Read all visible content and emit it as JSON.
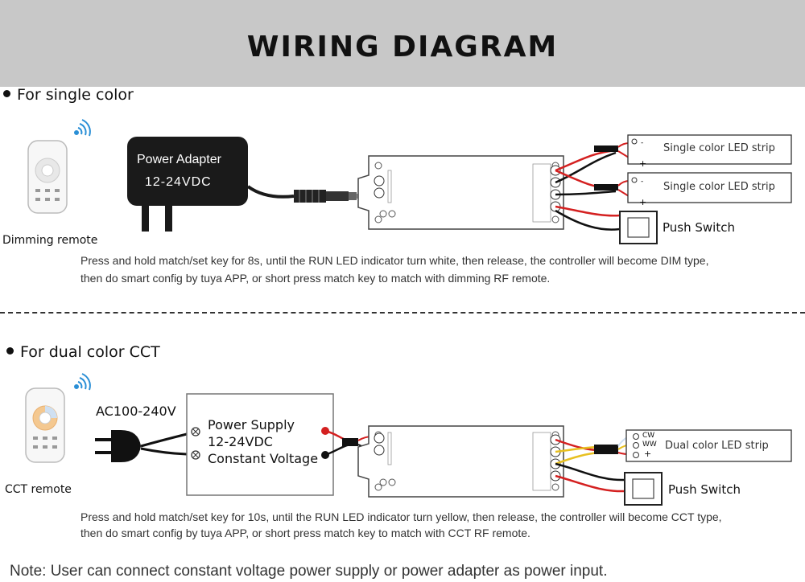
{
  "header": {
    "title": "WIRING DIAGRAM"
  },
  "single": {
    "section_title": "For single color",
    "adapter_title": "Power Adapter",
    "adapter_voltage": "12-24VDC",
    "strip1": "Single color LED strip",
    "strip2": "Single color LED strip",
    "push_switch": "Push Switch",
    "remote_label": "Dimming remote",
    "instr_line1": "Press and hold match/set key for 8s, until the RUN LED indicator turn white, then release, the controller will become DIM type,",
    "instr_line2": "then do  smart  config  by  tuya  APP,  or  short press match key to match  with dimming  RF  remote."
  },
  "dual": {
    "section_title": "For dual color CCT",
    "ac_label": "AC100-240V",
    "psu_line1": "Power Supply",
    "psu_line2": "12-24VDC",
    "psu_line3": "Constant Voltage",
    "strip": "Dual color LED strip",
    "cw": "CW",
    "ww": "WW",
    "plus": "+",
    "push_switch": "Push Switch",
    "remote_label": "CCT remote",
    "instr_line1": "Press and hold match/set key for 10s, until the RUN LED indicator turn yellow, then release, the controller will become CCT type,",
    "instr_line2": "then do  smart  config  by  tuya  APP,  or  short press match key to match  with CCT  RF  remote."
  },
  "note": "Note: User can connect constant voltage power supply or power adapter as power input.",
  "colors": {
    "banner": "#c8c8c8",
    "wire_red": "#d42020",
    "wire_black": "#111111",
    "wire_yellow": "#e8c020",
    "wifi": "#2a8fd6"
  }
}
